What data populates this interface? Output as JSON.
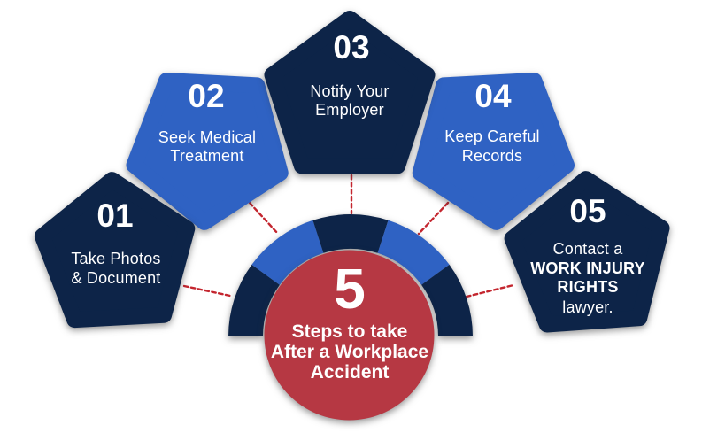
{
  "colors": {
    "navy": "#0d2448",
    "blue": "#2f62c3",
    "red": "#b63843",
    "connector": "#c4262f",
    "text": "#ffffff",
    "background": "#ffffff"
  },
  "center": {
    "number": "5",
    "lines": [
      "Steps to take",
      "After a Workplace",
      "Accident"
    ]
  },
  "steps": [
    {
      "number": "01",
      "lines": [
        "Take Photos",
        "& Document"
      ]
    },
    {
      "number": "02",
      "lines": [
        "Seek Medical",
        "Treatment"
      ]
    },
    {
      "number": "03",
      "lines": [
        "Notify Your",
        "Employer"
      ]
    },
    {
      "number": "04",
      "lines": [
        "Keep Careful",
        "Records"
      ]
    },
    {
      "number": "05",
      "lines": [
        "Contact a",
        "WORK INJURY",
        "RIGHTS",
        "lawyer."
      ]
    }
  ]
}
